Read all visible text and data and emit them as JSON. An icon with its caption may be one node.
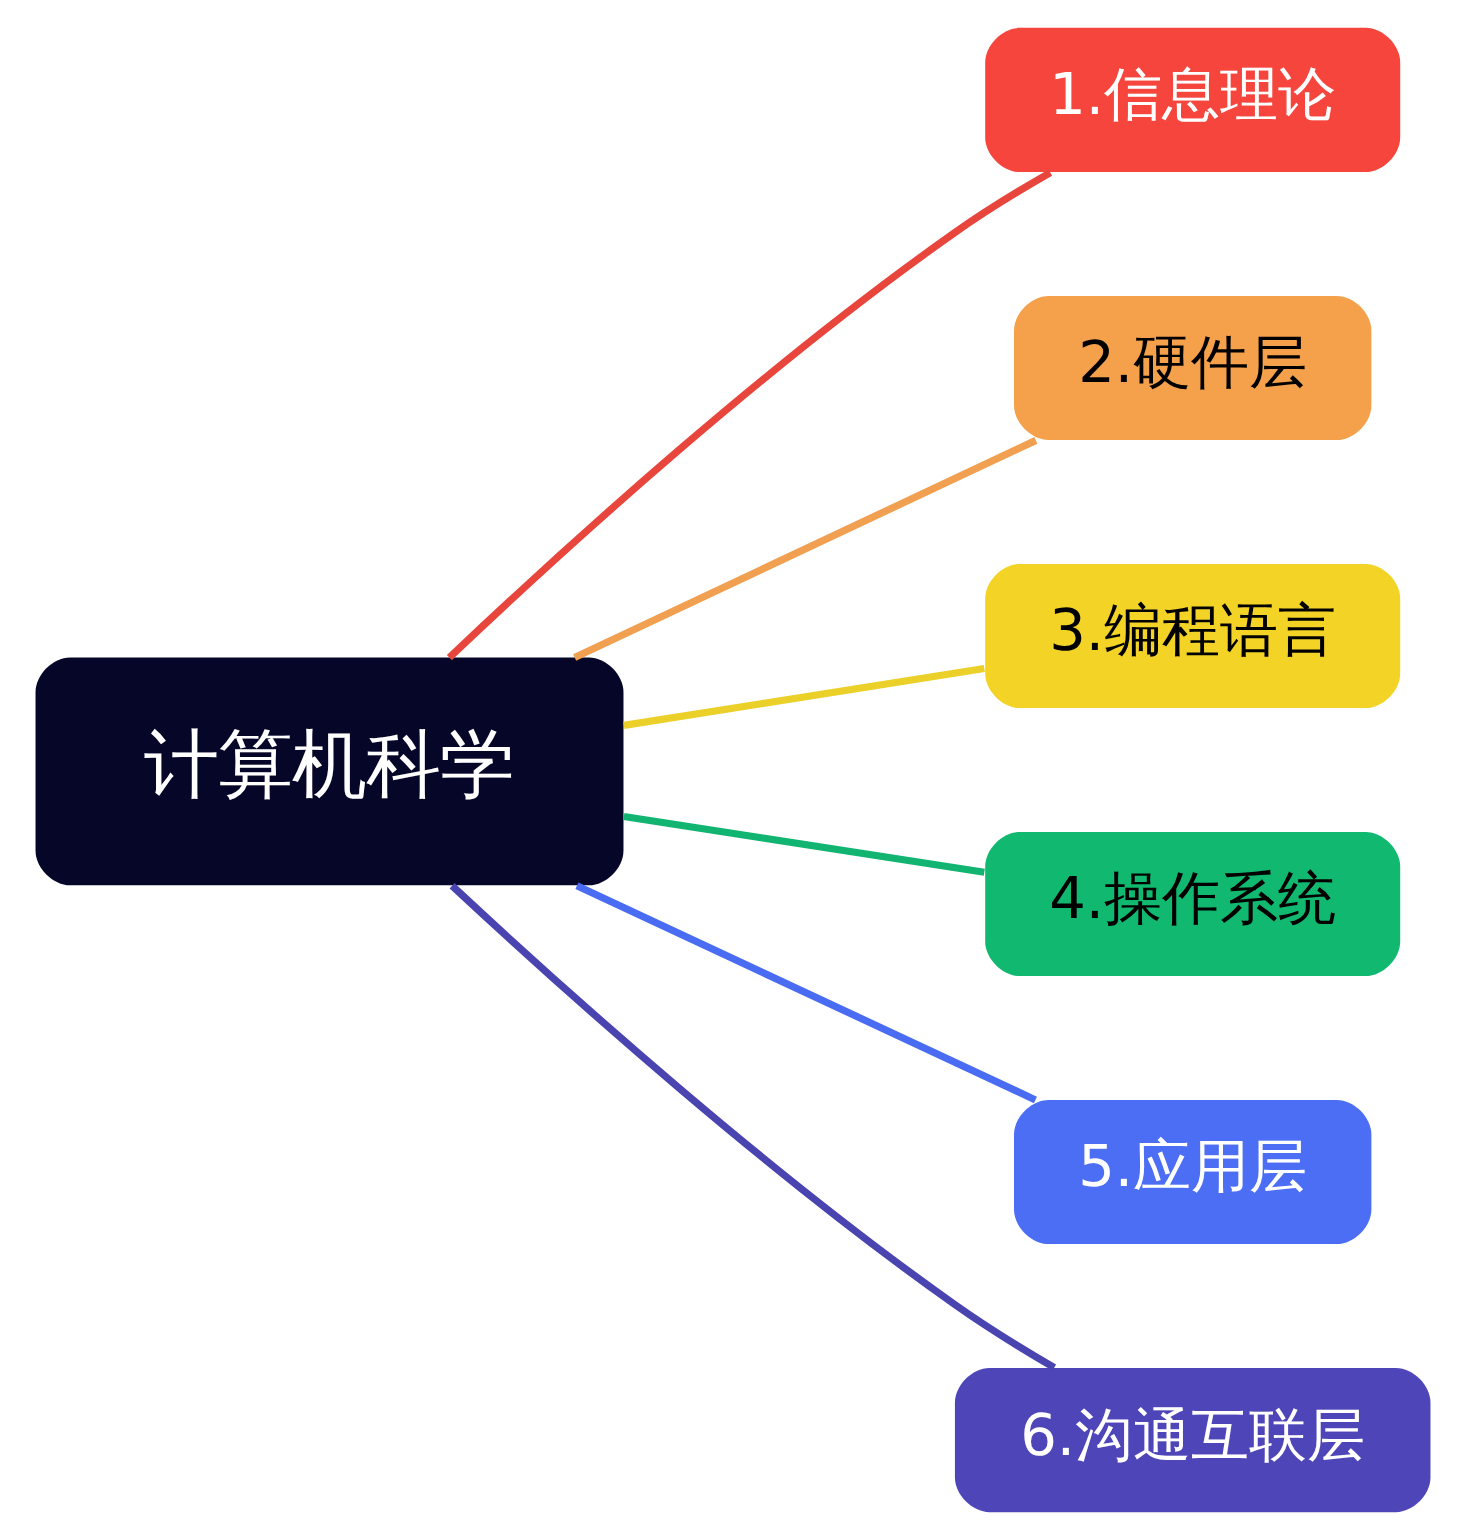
{
  "diagram": {
    "nodes": [
      {
        "text": [
          "计算机科学"
        ]
      },
      {
        "text": [
          "1.信息理论"
        ]
      },
      {
        "text": [
          "2.硬件层"
        ]
      },
      {
        "text": [
          "3.编程语言"
        ]
      },
      {
        "text": [
          "4.操作系统"
        ]
      },
      {
        "text": [
          "5.应用层"
        ]
      },
      {
        "text": [
          "6.沟通互联层"
        ]
      }
    ],
    "edges": [
      {
        "from": 0,
        "to": 1,
        "arrow": "none",
        "color": "#e8463c"
      },
      {
        "from": 0,
        "to": 2,
        "arrow": "none",
        "color": "#f0a050"
      },
      {
        "from": 0,
        "to": 3,
        "arrow": "none",
        "color": "#ecd02a"
      },
      {
        "from": 0,
        "to": 4,
        "arrow": "none",
        "color": "#12b472"
      },
      {
        "from": 0,
        "to": 5,
        "arrow": "none",
        "color": "#4a6cf2"
      },
      {
        "from": 0,
        "to": 6,
        "arrow": "none",
        "color": "#4a44b0"
      }
    ]
  }
}
